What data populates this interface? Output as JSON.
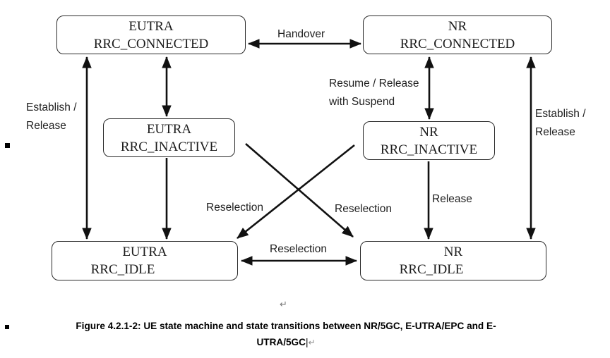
{
  "figure": {
    "boxes": {
      "eutra_connected": {
        "line1": "EUTRA",
        "line2": "RRC_CONNECTED"
      },
      "nr_connected": {
        "line1": "NR",
        "line2": "RRC_CONNECTED"
      },
      "eutra_inactive": {
        "line1": "EUTRA",
        "line2": "RRC_INACTIVE"
      },
      "nr_inactive": {
        "line1": "NR",
        "line2": "RRC_INACTIVE"
      },
      "eutra_idle": {
        "line1": "EUTRA",
        "line2": "RRC_IDLE"
      },
      "nr_idle": {
        "line1": "NR",
        "line2": "RRC_IDLE"
      }
    },
    "labels": {
      "handover": "Handover",
      "establish_release_left": "Establish /\nRelease",
      "resume_release_suspend": "Resume / Release\nwith Suspend",
      "establish_release_right": "Establish /\nRelease",
      "release": "Release",
      "reselection_left": "Reselection",
      "reselection_right": "Reselection",
      "reselection_bottom": "Reselection"
    },
    "colors": {
      "line": "#111111",
      "box_border": "#2a2a2a",
      "background": "#ffffff",
      "formatting_mark": "#8a8a8a"
    },
    "marks": {
      "line_break": "↵",
      "text_cursor": "|"
    }
  },
  "caption": {
    "text": "Figure 4.2.1-2: UE state machine and state transitions between NR/5GC, E-UTRA/EPC and E-\nUTRA/5GC"
  }
}
